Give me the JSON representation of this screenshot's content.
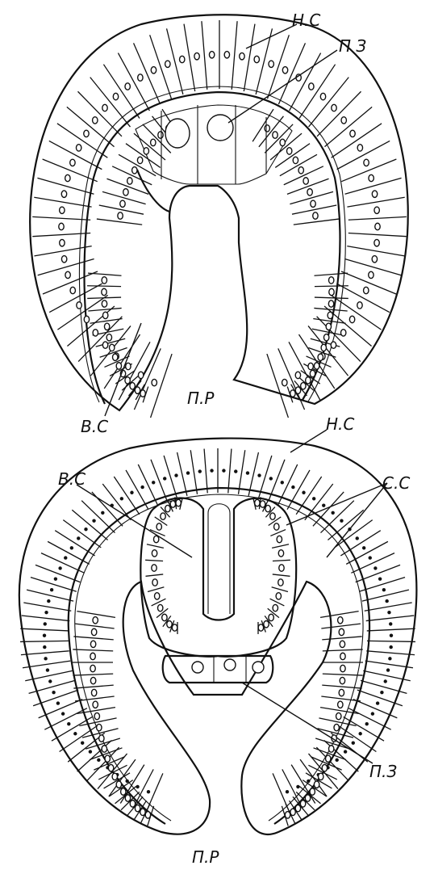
{
  "figure_top": {
    "labels": {
      "hc": "Н.С",
      "pz": "П З",
      "vc": "В.С",
      "pr": "П.Р"
    }
  },
  "figure_bottom": {
    "labels": {
      "hc": "Н.С",
      "vc": "В.С",
      "cc": "С.С",
      "pz": "П.З",
      "pr": "П.Р"
    }
  }
}
